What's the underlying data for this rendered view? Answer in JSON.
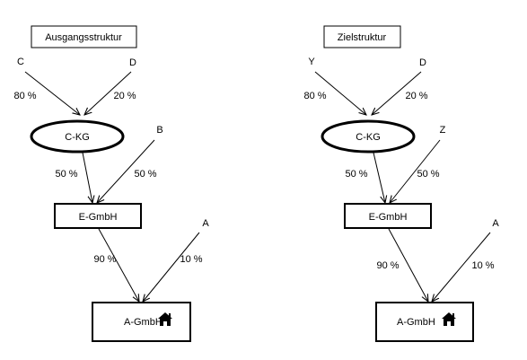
{
  "left": {
    "title": "Ausgangsstruktur",
    "top_left": "C",
    "top_right": "D",
    "pct_top_left": "80 %",
    "pct_top_right": "20 %",
    "kg": "C-KG",
    "mid_right": "B",
    "pct_kg_to_e": "50 %",
    "pct_mid_to_e": "50 %",
    "gmbh_e": "E-GmbH",
    "low_right": "A",
    "pct_e_to_a": "90 %",
    "pct_low_to_a": "10 %",
    "gmbh_a": "A-GmbH"
  },
  "right": {
    "title": "Zielstruktur",
    "top_left": "Y",
    "top_right": "D",
    "pct_top_left": "80 %",
    "pct_top_right": "20 %",
    "kg": "C-KG",
    "mid_right": "Z",
    "pct_kg_to_e": "50 %",
    "pct_mid_to_e": "50 %",
    "gmbh_e": "E-GmbH",
    "low_right": "A",
    "pct_e_to_a": "90 %",
    "pct_low_to_a": "10 %",
    "gmbh_a": "A-GmbH"
  },
  "icons": {
    "house": "house-icon"
  }
}
